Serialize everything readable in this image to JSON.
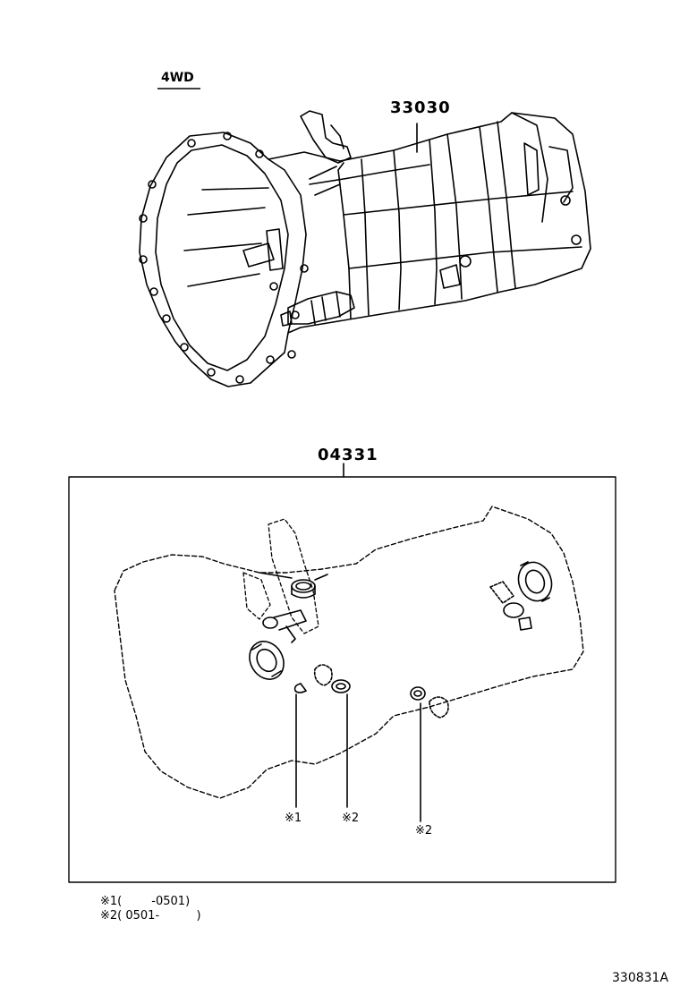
{
  "diagram": {
    "variant_label": "4WD",
    "parts": {
      "transmission_assy": "33030",
      "gasket_kit": "04331"
    },
    "callouts": {
      "note_1": "※1",
      "note_2a": "※2",
      "note_2b": "※2"
    },
    "legend": [
      "※1(        -0501)",
      "※2( 0501-          )"
    ],
    "diagram_code": "330831A"
  }
}
